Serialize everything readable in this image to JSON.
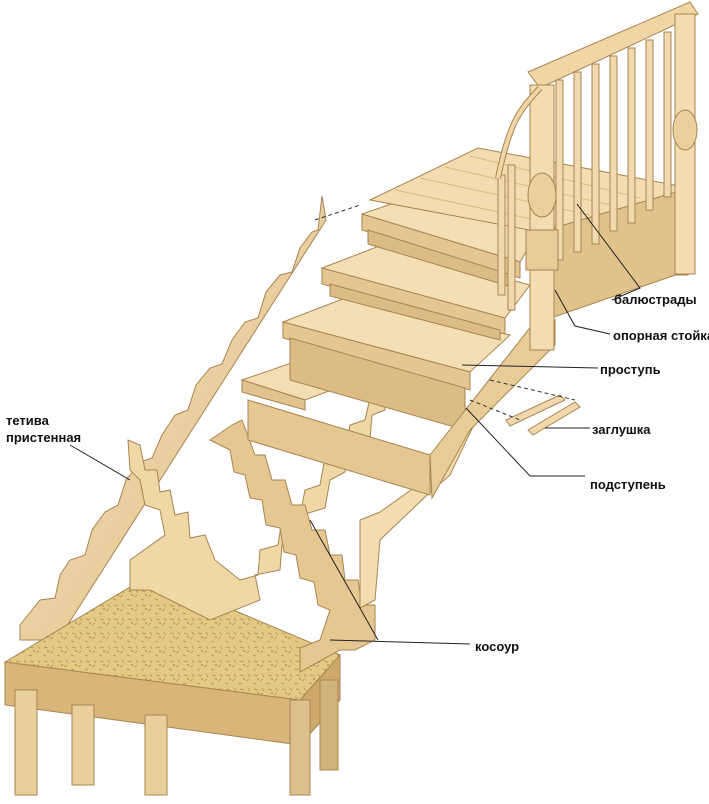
{
  "labels": {
    "balustrade": "балюстрады",
    "support_post": "опорная стойка",
    "tread": "проступь",
    "plug": "заглушка",
    "riser": "подступень",
    "stringer": "косоур",
    "wall_string_line1": "тетива",
    "wall_string_line2": "пристенная"
  },
  "colors": {
    "wood_light": "#f1d9ad",
    "wood_mid": "#e6c792",
    "wood_dark": "#c9a56c",
    "wood_edge": "#a88552",
    "osb": "#e3c983",
    "osb_dark": "#b99a56",
    "leader": "#222222"
  }
}
